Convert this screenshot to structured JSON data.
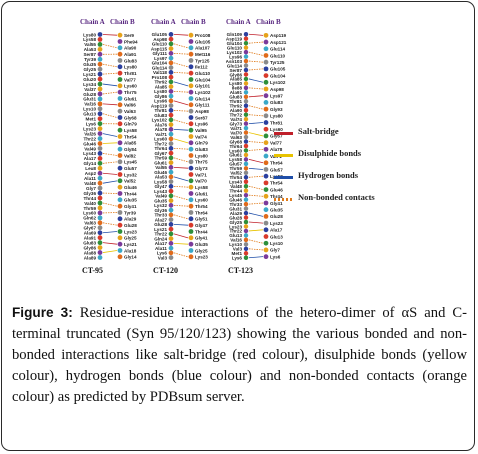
{
  "figure": {
    "panels": [
      {
        "id": "ct95",
        "label": "CT-95",
        "chain_a": "Chain A",
        "chain_b": "Chain B",
        "residues_a": [
          "Lys80",
          "Lys58",
          "Val55",
          "Ala53",
          "Ser87",
          "Tyr39",
          "Glu35",
          "Gly25",
          "Lys21",
          "Glu20",
          "Lys34",
          "Val37",
          "Glu28",
          "Glu31",
          "Val16",
          "Lys10",
          "Glu13",
          "Met1",
          "Lys6",
          "Lys23",
          "Val26",
          "Thr22",
          "Glu46",
          "Val49",
          "Lys43",
          "Ala17",
          "Gly14",
          "Leu8",
          "Asp2",
          "Ala11",
          "Val48",
          "Gly7",
          "Gly36",
          "Thr44",
          "Val40",
          "Thr59",
          "Lys60",
          "Gln62",
          "Val63",
          "Gly67",
          "Ala69",
          "Ala91",
          "Glu83",
          "Gly86",
          "Ala88",
          "Ala89"
        ],
        "residues_b": [
          "Ser9",
          "Phe94",
          "Ala90",
          "Ala91",
          "Glu83",
          "Lys80",
          "Thr81",
          "Val77",
          "Lys60",
          "Thr75",
          "Glu61",
          "Val66",
          "Val63",
          "Gly68",
          "Gln79",
          "Lys58",
          "Thr54",
          "Ala85",
          "Gly84",
          "Val82",
          "Lys45",
          "Glu57",
          "Lys32",
          "Val52",
          "Glu46",
          "Thr44",
          "Glu35",
          "Gly41",
          "Tyr39",
          "Ala29",
          "Glu28",
          "Lys23",
          "Gly25",
          "Lys21",
          "Ala18",
          "Gly14"
        ]
      },
      {
        "id": "ct120",
        "label": "CT-120",
        "chain_a": "Chain A",
        "chain_b": "Chain B",
        "residues_a": [
          "Glu105",
          "Asp98",
          "Glu110",
          "Asp115",
          "Gly111",
          "Lys97",
          "Glu104",
          "Glu114",
          "Val118",
          "Pro108",
          "Thr92",
          "Ala85",
          "Lys80",
          "Gly86",
          "Lys96",
          "Asp119",
          "Thr81",
          "Glu83",
          "Lys102",
          "Ala76",
          "Ala78",
          "Val71",
          "Lys60",
          "Thr72",
          "Thr64",
          "Gly67",
          "Thr59",
          "Glu61",
          "Val55",
          "Glu46",
          "Ala53",
          "Lys58",
          "Gly47",
          "Lys43",
          "Val49",
          "Glu35",
          "Lys32",
          "Gly36",
          "Thr33",
          "Ala27",
          "Glu28",
          "Lys21",
          "Thr22",
          "Gln24",
          "Ala17",
          "Ala11",
          "Lys6",
          "Val3"
        ],
        "residues_b": [
          "Pro108",
          "Glu105",
          "Ala107",
          "Met116",
          "Tyr125",
          "Ile112",
          "Glu110",
          "Glu104",
          "Gly101",
          "Lys102",
          "Glu114",
          "Gly111",
          "Asp98",
          "Ser87",
          "Lys96",
          "Val95",
          "Val74",
          "Gln79",
          "Glu83",
          "Lys80",
          "Thr75",
          "Gly73",
          "Val71",
          "Val70",
          "Lys58",
          "Glu61",
          "Lys60",
          "Thr54",
          "Thr64",
          "Gly51",
          "Gly47",
          "Thr44",
          "Gly41",
          "Glu35",
          "Gly25",
          "Lys23"
        ]
      },
      {
        "id": "ct123",
        "label": "CT-123",
        "chain_a": "Chain A",
        "chain_b": "Chain B",
        "residues_a": [
          "Gln109",
          "Asp119",
          "Glu104",
          "Glu110",
          "Lys102",
          "Lys96",
          "Asn103",
          "Glu114",
          "Ser87",
          "Gly86",
          "Ala85",
          "Lys80",
          "Ile88",
          "Ala91",
          "Glu83",
          "Thr81",
          "Thr92",
          "Ala90",
          "Thr72",
          "Val74",
          "Gly73",
          "Val71",
          "Val70",
          "Val63",
          "Gly68",
          "Thr64",
          "Lys60",
          "Glu61",
          "Lys58",
          "Glu57",
          "Thr59",
          "Val52",
          "Thr54",
          "Lys43",
          "Val48",
          "Thr44",
          "Lys45",
          "Glu46",
          "Thr33",
          "Glu31",
          "Ala29",
          "Glu28",
          "Gly25",
          "Lys23",
          "Thr22",
          "Glu13",
          "Val16",
          "Lys10",
          "Val3",
          "Met1",
          "Lys6"
        ],
        "residues_b": [
          "Asp119",
          "Asp121",
          "Glu114",
          "Glu110",
          "Tyr125",
          "Glu105",
          "Glu104",
          "Lys102",
          "Asp98",
          "Lys97",
          "Glu83",
          "Gly93",
          "Lys80",
          "Thr81",
          "Lys60",
          "Gly67",
          "Val77",
          "Ala78",
          "Val71",
          "Thr64",
          "Glu57",
          "Lys58",
          "Thr54",
          "Glu46",
          "Thr44",
          "Gly41",
          "Glu35",
          "Glu28",
          "Lys23",
          "Ala17",
          "Glu13",
          "Lys10",
          "Gly7",
          "Lys6"
        ]
      }
    ],
    "legend": [
      {
        "label": "Salt-bridge",
        "color": "#c0202a",
        "style": "solid"
      },
      {
        "label": "Disulphide bonds",
        "color": "#e8c300",
        "style": "solid"
      },
      {
        "label": "Hydrogen bonds",
        "color": "#1f4ea8",
        "style": "solid"
      },
      {
        "label": "Non-bonded contacts",
        "color": "#e07b1a",
        "style": "dashed"
      }
    ],
    "node_colors": [
      "#2b3f9e",
      "#d93a2b",
      "#2e8f3a",
      "#e6a21a",
      "#7a3a9a",
      "#3aa8c8",
      "#e06a1a",
      "#8a8a8a"
    ]
  },
  "caption": {
    "label": "Figure 3:",
    "text": " Residue-residue interactions of the hetero-dimer of αS and C-terminal truncated (Syn 95/120/123) showing the various bonded and non-bonded interactions like salt-bridge (red colour), disulphide bonds (yellow colour), hydrogen bonds (blue colour) and non-bonded contacts (orange colour) as predicted by PDBsum server."
  }
}
